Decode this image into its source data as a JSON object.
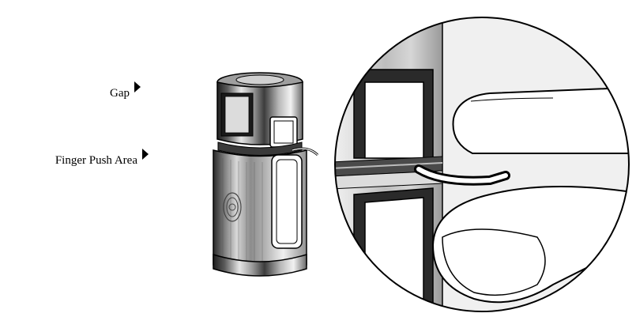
{
  "labels": {
    "gap": "Gap",
    "finger_push_area": "Finger Push Area"
  },
  "icons": {
    "pointer": "right-triangle-arrow"
  },
  "colors": {
    "ink": "#000000",
    "background": "#ffffff",
    "metal_dark": "#3a3a3a",
    "metal_light": "#e8e8e8"
  }
}
